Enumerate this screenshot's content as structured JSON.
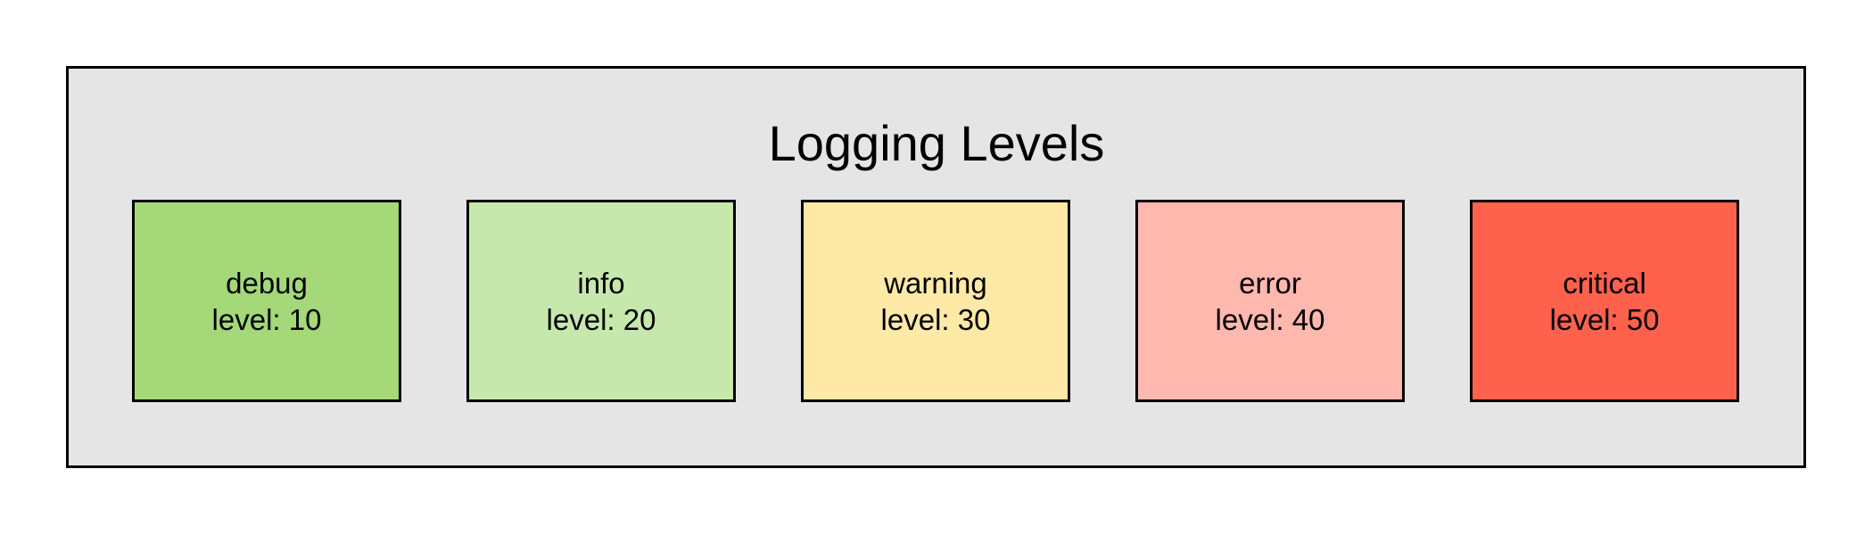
{
  "title": "Logging Levels",
  "levels": [
    {
      "name": "debug",
      "level_text": "level: 10",
      "color": "#a5d878"
    },
    {
      "name": "info",
      "level_text": "level: 20",
      "color": "#c7e8ac"
    },
    {
      "name": "warning",
      "level_text": "level: 30",
      "color": "#fee9a6"
    },
    {
      "name": "error",
      "level_text": "level: 40",
      "color": "#ffb8ae"
    },
    {
      "name": "critical",
      "level_text": "level: 50",
      "color": "#fe614c"
    }
  ]
}
